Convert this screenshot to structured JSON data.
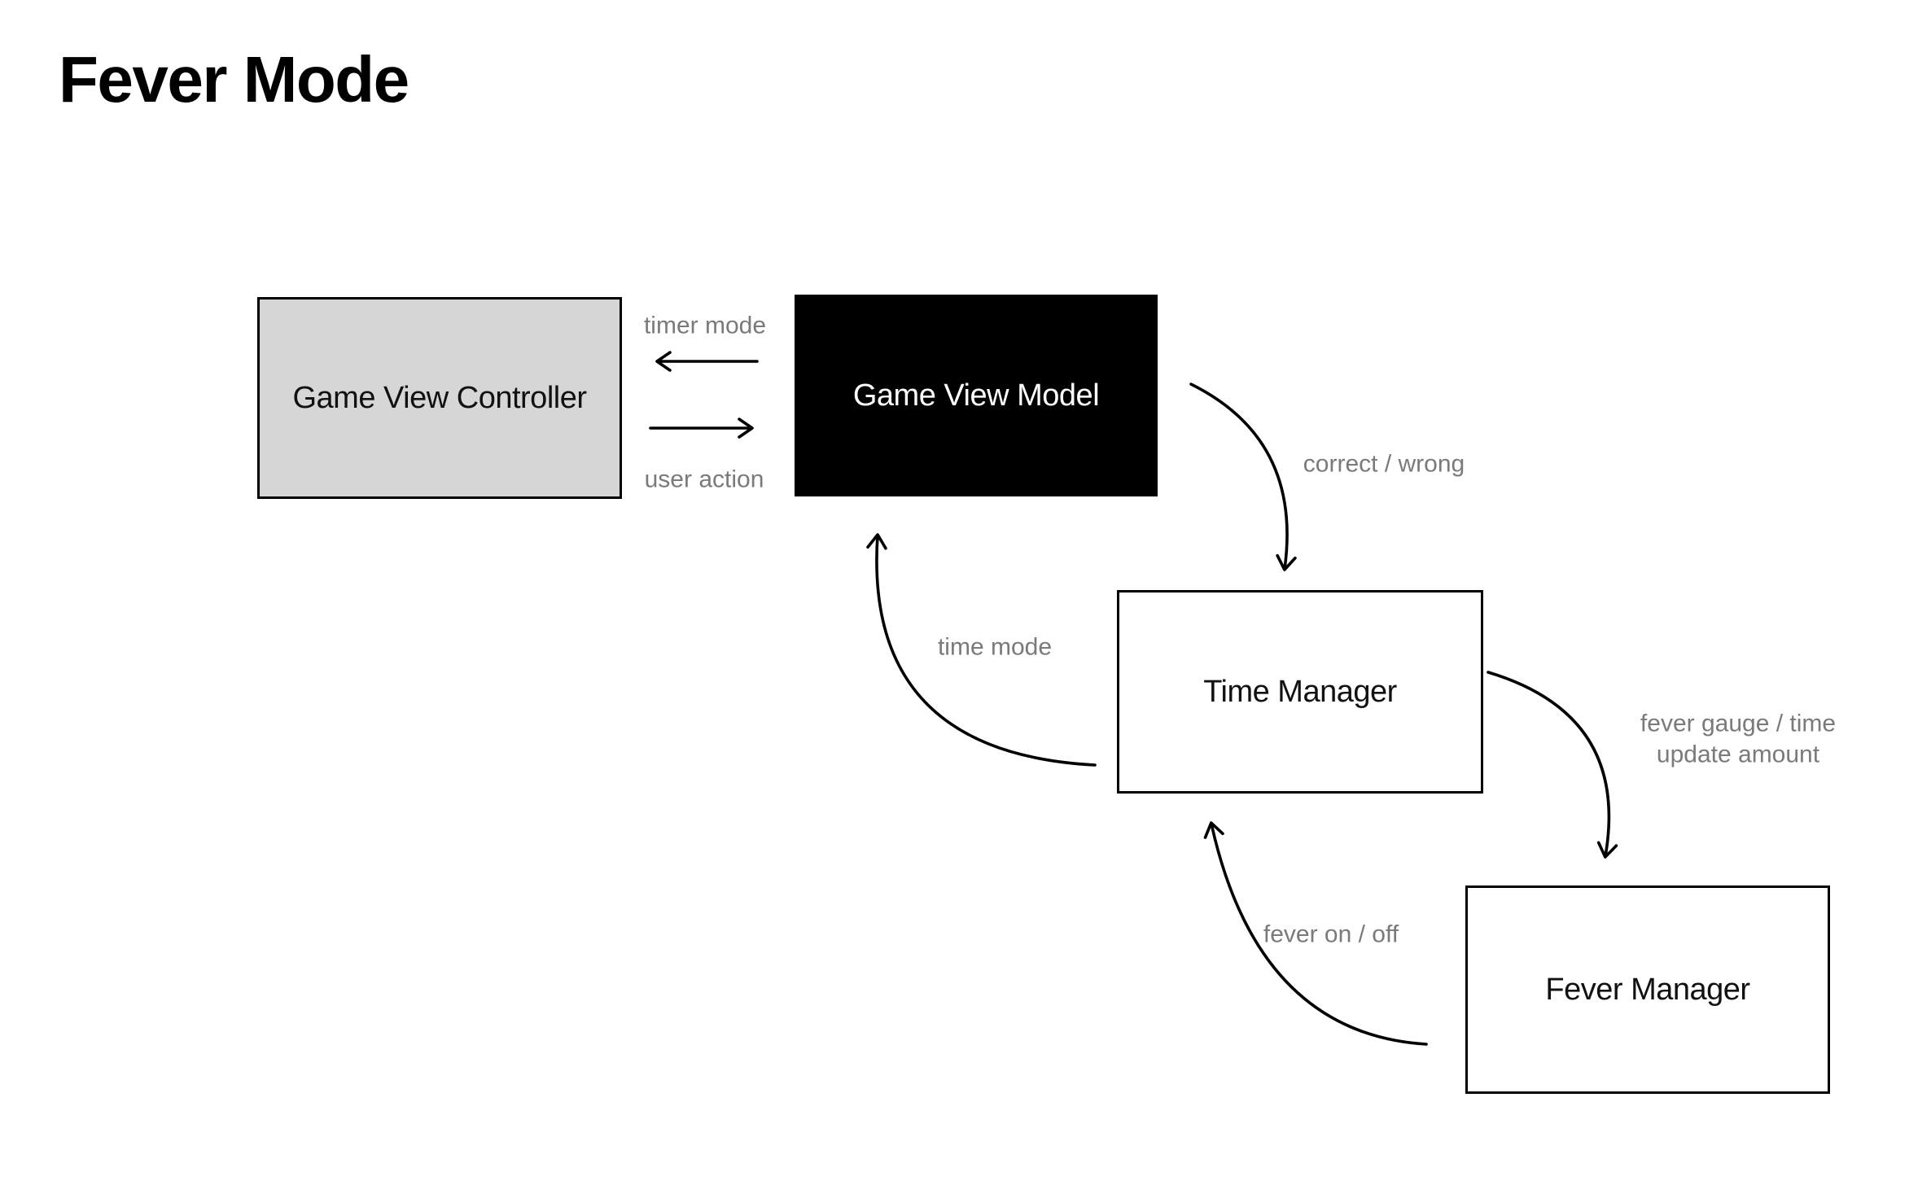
{
  "title": "Fever Mode",
  "nodes": {
    "game_view_controller": {
      "label": "Game View Controller"
    },
    "game_view_model": {
      "label": "Game View Model"
    },
    "time_manager": {
      "label": "Time Manager"
    },
    "fever_manager": {
      "label": "Fever Manager"
    }
  },
  "edges": {
    "timer_mode": {
      "label": "timer mode",
      "from": "game_view_model",
      "to": "game_view_controller"
    },
    "user_action": {
      "label": "user action",
      "from": "game_view_controller",
      "to": "game_view_model"
    },
    "correct_wrong": {
      "label": "correct / wrong",
      "from": "game_view_model",
      "to": "time_manager"
    },
    "time_mode": {
      "label": "time mode",
      "from": "time_manager",
      "to": "game_view_model"
    },
    "fever_gauge": {
      "label_line1": "fever gauge / time",
      "label_line2": "update amount",
      "from": "time_manager",
      "to": "fever_manager"
    },
    "fever_on_off": {
      "label": "fever on / off",
      "from": "fever_manager",
      "to": "time_manager"
    }
  },
  "colors": {
    "background": "#ffffff",
    "box_gray_fill": "#d6d6d6",
    "box_black_fill": "#000000",
    "box_white_fill": "#ffffff",
    "box_border": "#000000",
    "box_text_dark": "#111111",
    "box_text_light": "#ffffff",
    "edge_label_gray": "#7a7a7a",
    "arrow_stroke": "#000000"
  }
}
